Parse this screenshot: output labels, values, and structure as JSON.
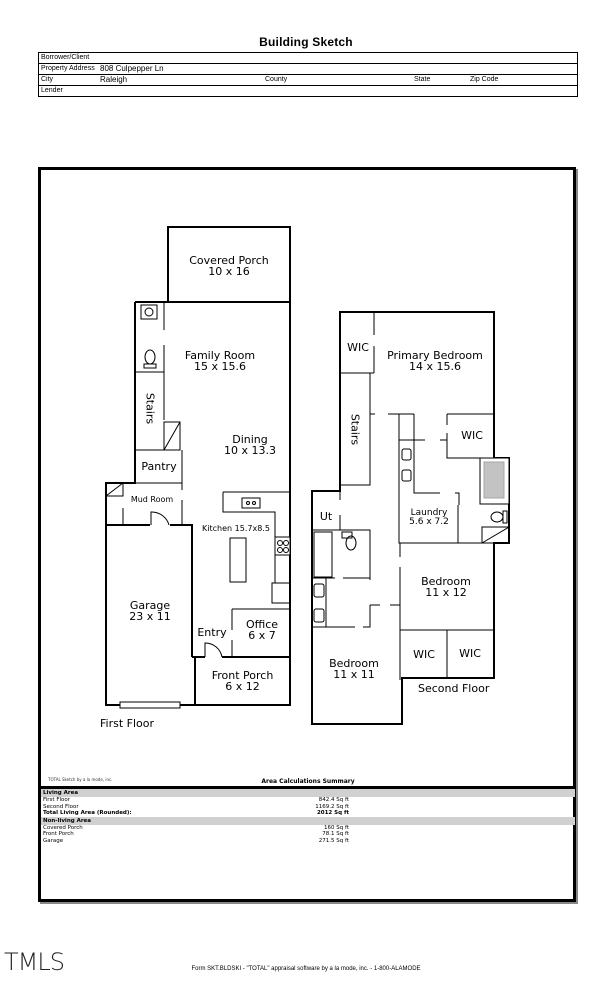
{
  "document": {
    "title": "Building Sketch",
    "header": {
      "borrower_label": "Borrower/Client",
      "borrower_value": "",
      "address_label": "Property Address",
      "address_value": "808 Culpepper Ln",
      "city_label": "City",
      "city_value": "Raleigh",
      "county_label": "County",
      "state_label": "State",
      "zip_label": "Zip Code",
      "lender_label": "Lender"
    }
  },
  "first_floor": {
    "label": "First Floor",
    "rooms": {
      "covered_porch": {
        "name": "Covered Porch",
        "dims": "10 x 16"
      },
      "family_room": {
        "name": "Family Room",
        "dims": "15 x 15.6"
      },
      "stairs": {
        "name": "Stairs"
      },
      "dining": {
        "name": "Dining",
        "dims": "10 x 13.3"
      },
      "pantry": {
        "name": "Pantry"
      },
      "mud_room": {
        "name": "Mud Room"
      },
      "kitchen": {
        "name": "Kitchen 15.7x8.5"
      },
      "garage": {
        "name": "Garage",
        "dims": "23 x 11"
      },
      "entry": {
        "name": "Entry"
      },
      "office": {
        "name": "Office",
        "dims": "6 x 7"
      },
      "front_porch": {
        "name": "Front Porch",
        "dims": "6 x 12"
      }
    }
  },
  "second_floor": {
    "label": "Second Floor",
    "rooms": {
      "wic_1": {
        "name": "WIC"
      },
      "primary_bedroom": {
        "name": "Primary Bedroom",
        "dims": "14 x 15.6"
      },
      "stairs": {
        "name": "Stairs"
      },
      "wic_2": {
        "name": "WIC"
      },
      "ut": {
        "name": "Ut"
      },
      "laundry": {
        "name": "Laundry",
        "dims": "5.6 x 7.2"
      },
      "bedroom_2": {
        "name": "Bedroom",
        "dims": "11 x 12"
      },
      "bedroom_3": {
        "name": "Bedroom",
        "dims": "11 x 11"
      },
      "wic_3": {
        "name": "WIC"
      },
      "wic_4": {
        "name": "WIC"
      }
    }
  },
  "summary": {
    "credit": "TOTAL Sketch by a la mode, inc.",
    "title": "Area Calculations Summary",
    "living_header": "Living Area",
    "living_rows": [
      {
        "label": "First Floor",
        "value": "842.4 Sq ft"
      },
      {
        "label": "Second Floor",
        "value": "1169.2 Sq ft"
      }
    ],
    "total": {
      "label": "Total Living Area (Rounded):",
      "value": "2012 Sq ft"
    },
    "nonliving_header": "Non-living Area",
    "nonliving_rows": [
      {
        "label": "Covered Porch",
        "value": "160 Sq ft"
      },
      {
        "label": "Front Porch",
        "value": "78.1 Sq ft"
      },
      {
        "label": "Garage",
        "value": "271.5 Sq ft"
      }
    ]
  },
  "footer": {
    "logo": "TMLS",
    "form_text": "Form SKT.BLDSKI - \"TOTAL\" appraisal software by a la mode, inc. - 1-800-ALAMODE"
  }
}
